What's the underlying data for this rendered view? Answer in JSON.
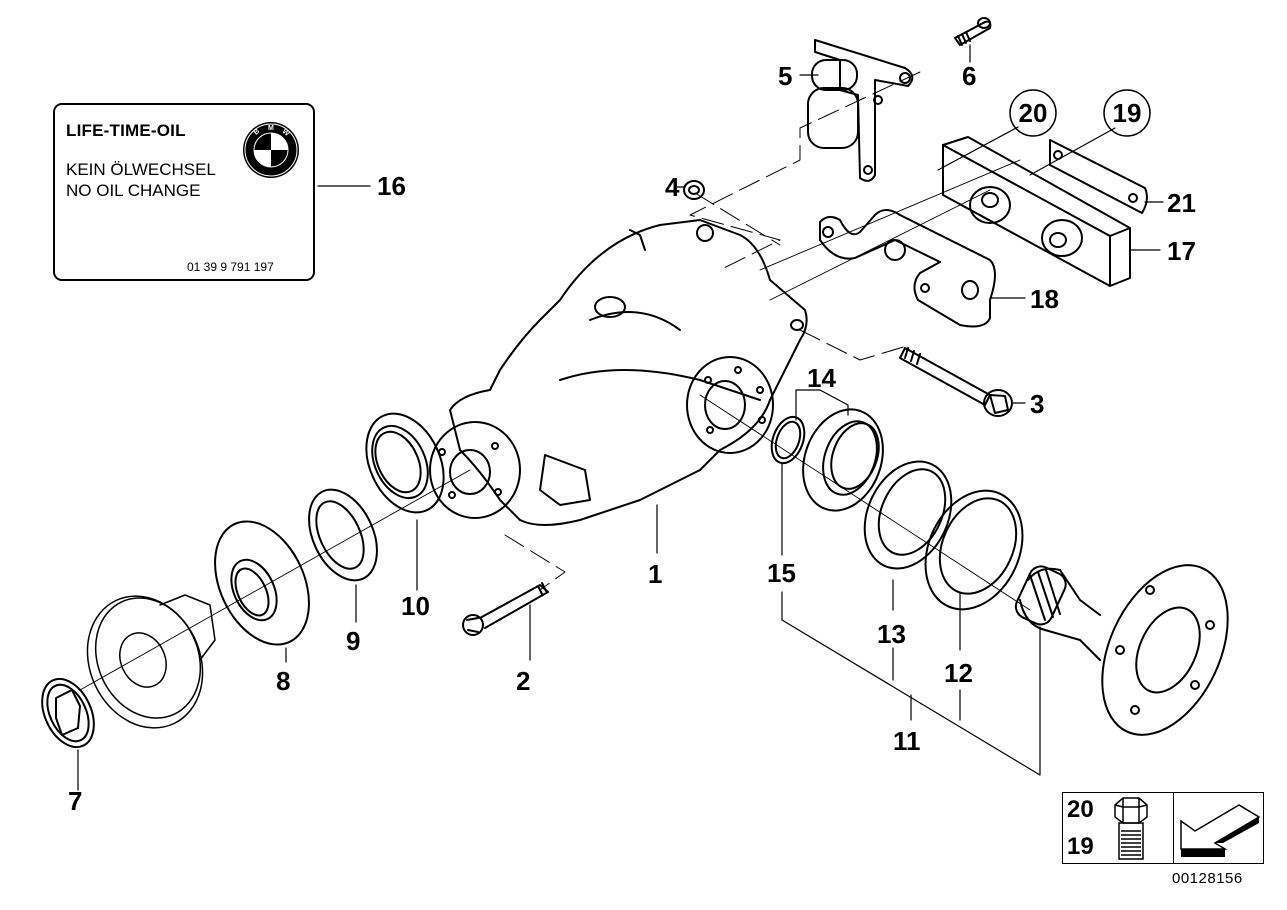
{
  "diagram": {
    "title": "Rear axle differential - exploded parts view",
    "diagram_id": "00128156",
    "callouts": [
      {
        "id": "1",
        "label": "1",
        "part": "differential-housing"
      },
      {
        "id": "2",
        "label": "2",
        "part": "hex-bolt-lower"
      },
      {
        "id": "3",
        "label": "3",
        "part": "hex-bolt-rear"
      },
      {
        "id": "4",
        "label": "4",
        "part": "nut"
      },
      {
        "id": "5",
        "label": "5",
        "part": "vibration-damper"
      },
      {
        "id": "6",
        "label": "6",
        "part": "screw"
      },
      {
        "id": "7",
        "label": "7",
        "part": "collar-nut"
      },
      {
        "id": "8",
        "label": "8",
        "part": "shaft-seal-flange-side"
      },
      {
        "id": "9",
        "label": "9",
        "part": "shaft-seal"
      },
      {
        "id": "10",
        "label": "10",
        "part": "shaft-seal-differential"
      },
      {
        "id": "11",
        "label": "11",
        "part": "output-flange-kit"
      },
      {
        "id": "12",
        "label": "12",
        "part": "shaft-seal-outer"
      },
      {
        "id": "13",
        "label": "13",
        "part": "shaft-seal-inner"
      },
      {
        "id": "14",
        "label": "14",
        "part": "ball-bearing"
      },
      {
        "id": "15",
        "label": "15",
        "part": "circlip"
      },
      {
        "id": "16",
        "label": "16",
        "part": "life-time-oil-label"
      },
      {
        "id": "17",
        "label": "17",
        "part": "rubber-mount"
      },
      {
        "id": "18",
        "label": "18",
        "part": "bracket"
      },
      {
        "id": "21",
        "label": "21",
        "part": "retaining-plate"
      }
    ],
    "circled_callouts": [
      {
        "id": "20",
        "label": "20"
      },
      {
        "id": "19",
        "label": "19"
      }
    ]
  },
  "oil_label": {
    "title": "LIFE-TIME-OIL",
    "line_de": "KEIN ÖLWECHSEL",
    "line_en": "NO OIL CHANGE",
    "part_number": "01 39 9 791 197",
    "logo": "bmw-roundel-icon",
    "logo_letters": [
      "B",
      "M",
      "W"
    ]
  },
  "legend": {
    "numbers": [
      "20",
      "19"
    ],
    "bolt_icon": "hex-bolt-icon",
    "arrow_icon": "direction-arrow-icon"
  },
  "colors": {
    "line": "#000000",
    "background": "#ffffff"
  }
}
